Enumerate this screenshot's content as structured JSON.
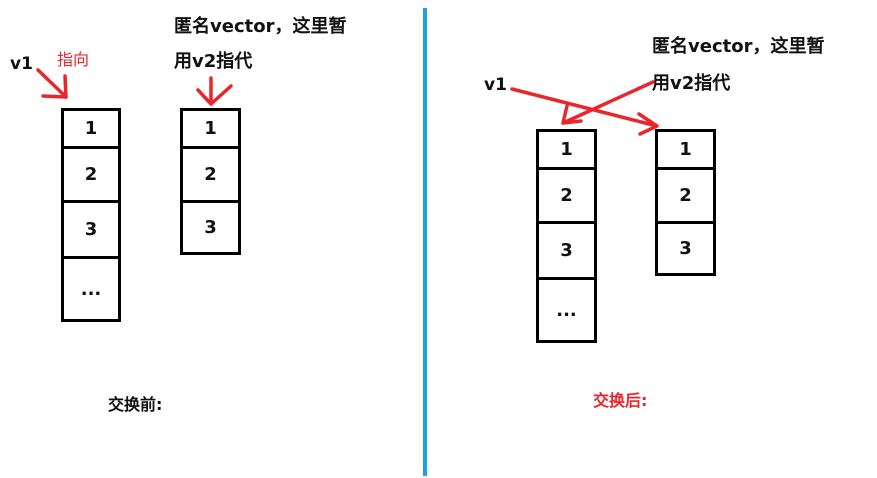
{
  "colors": {
    "accent_red": "#e8262b",
    "divider_blue": "#1aa3e0",
    "ink": "#000000"
  },
  "before": {
    "v1_label": "v1",
    "points_to_label": "指向",
    "anon_note_line1": "匿名vector，这里暂",
    "anon_note_line2": "用v2指代",
    "caption": "交换前:",
    "v1_cells": [
      "1",
      "2",
      "3",
      "..."
    ],
    "v2_cells": [
      "1",
      "2",
      "3"
    ]
  },
  "after": {
    "v1_label": "v1",
    "anon_note_line1": "匿名vector，这里暂",
    "anon_note_line2": "用v2指代",
    "caption": "交换后:",
    "left_cells": [
      "1",
      "2",
      "3",
      "..."
    ],
    "right_cells": [
      "1",
      "2",
      "3"
    ]
  }
}
